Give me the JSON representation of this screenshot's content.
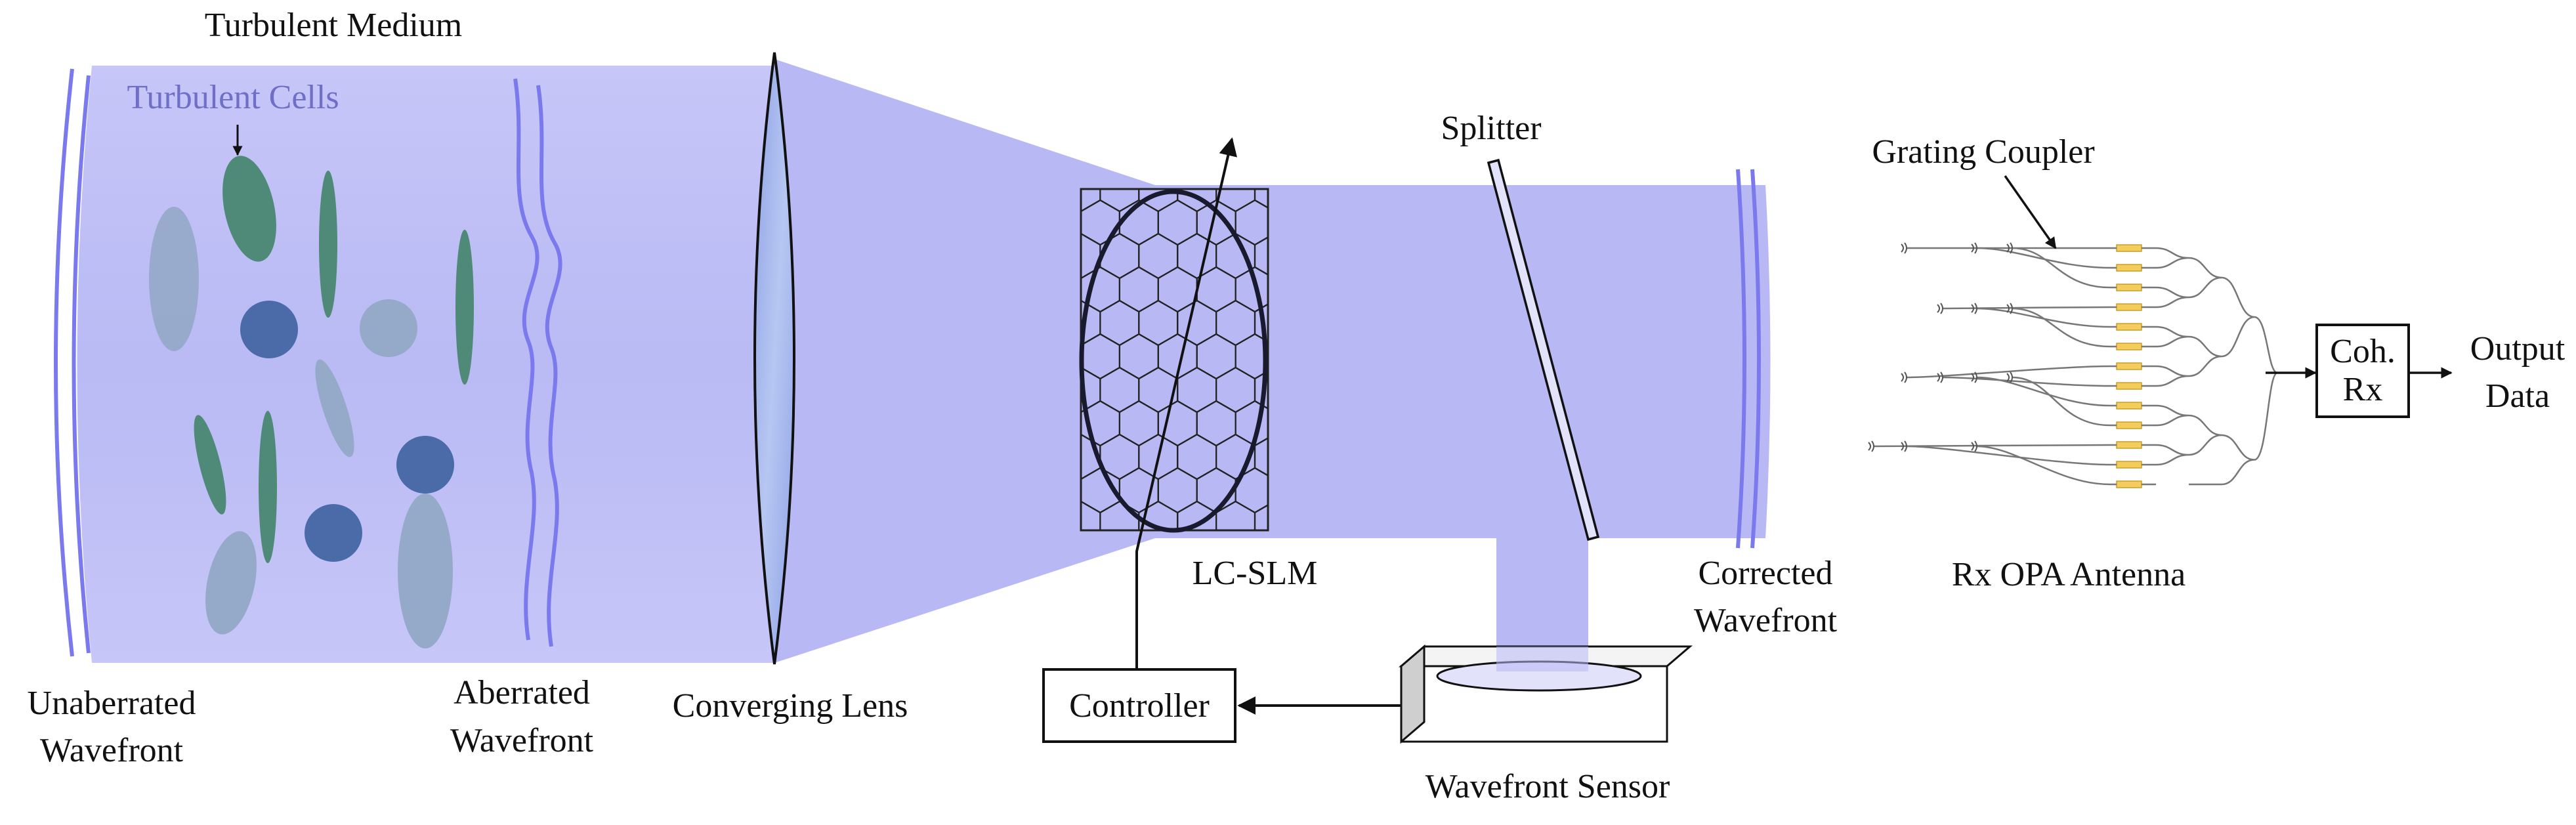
{
  "labels": {
    "turbulent_medium": "Turbulent Medium",
    "turbulent_cells": "Turbulent Cells",
    "unaberrated_line1": "Unaberrated",
    "unaberrated_line2": "Wavefront",
    "aberrated_line1": "Aberrated",
    "aberrated_line2": "Wavefront",
    "converging_lens": "Converging Lens",
    "lc_slm": "LC-SLM",
    "splitter": "Splitter",
    "corrected_line1": "Corrected",
    "corrected_line2": "Wavefront",
    "wavefront_sensor": "Wavefront Sensor",
    "controller": "Controller",
    "grating_coupler": "Grating Coupler",
    "rx_opa_antenna": "Rx OPA Antenna",
    "coh_rx_line1": "Coh.",
    "coh_rx_line2": "Rx",
    "output_line1": "Output",
    "output_line2": "Data"
  },
  "colors": {
    "beam": "#b9b9f6",
    "beam_dark": "#a9a9f0",
    "wavefront": "#7a7aee",
    "cell_green": "#4f8a78",
    "cell_blue": "#4a6aa8",
    "cell_pale": "#95a9c8",
    "coupler": "#f3cc5c",
    "wire": "#777777"
  }
}
